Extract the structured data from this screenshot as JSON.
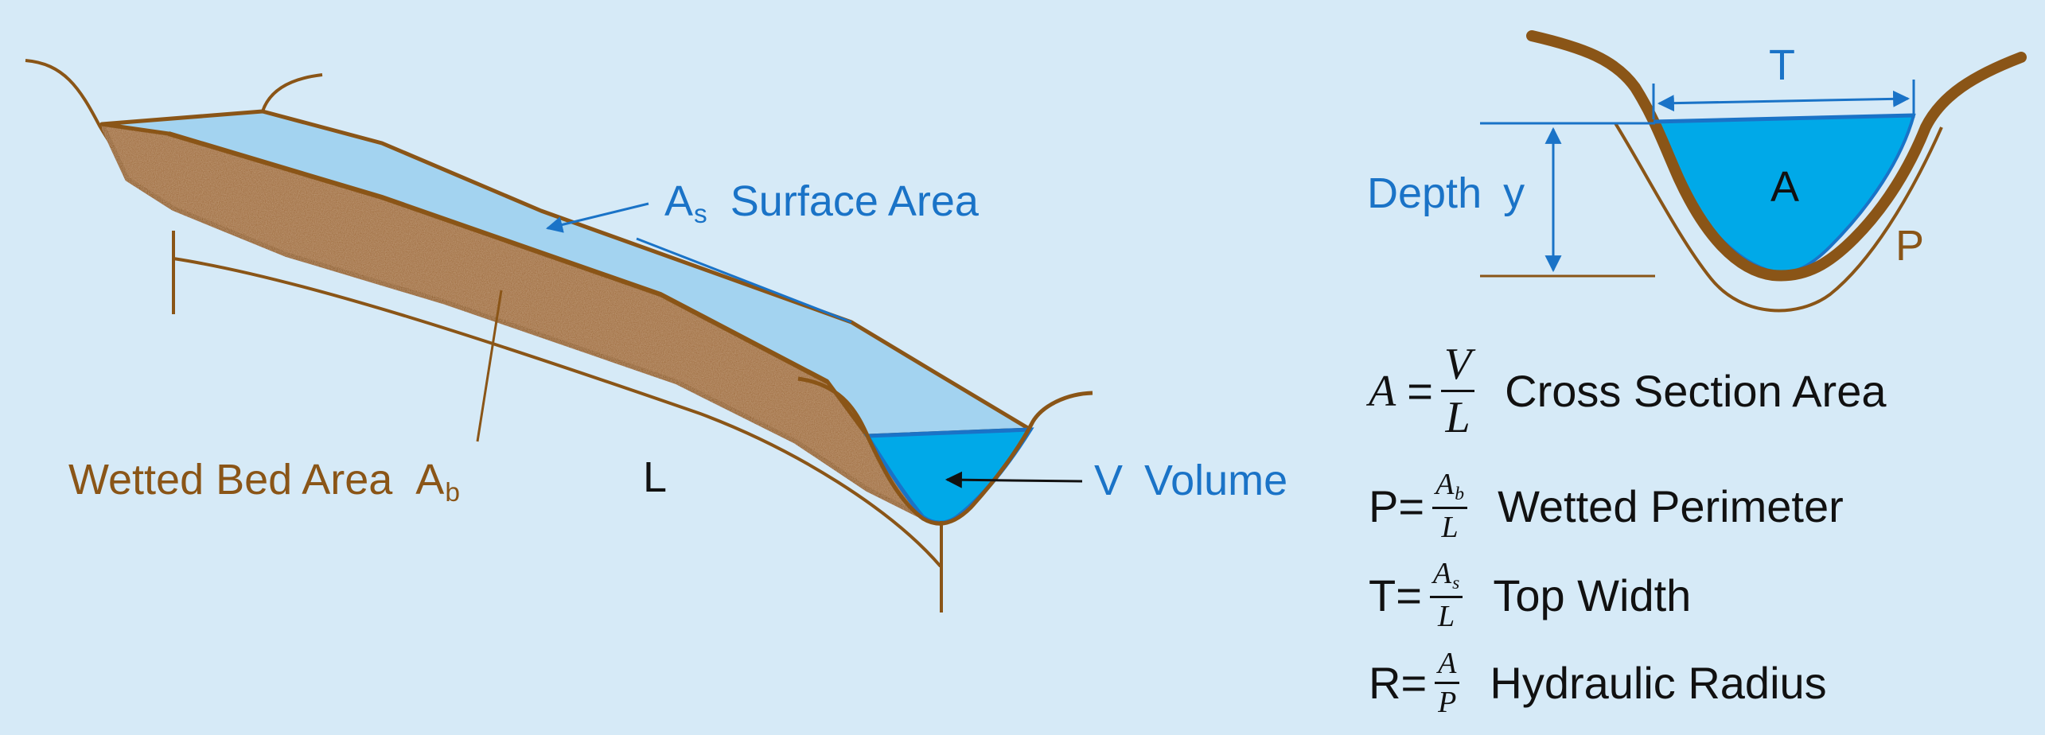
{
  "channel_labels": {
    "surface_area_symbol": "A",
    "surface_area_sub": "s",
    "surface_area_name": "Surface Area",
    "wetted_bed_name": "Wetted Bed Area",
    "wetted_bed_symbol": "A",
    "wetted_bed_sub": "b",
    "length": "L",
    "volume_symbol": "V",
    "volume_name": "Volume"
  },
  "cross_section_labels": {
    "top_width": "T",
    "depth_word": "Depth",
    "depth_symbol": "y",
    "area": "A",
    "perimeter": "P"
  },
  "equations": [
    {
      "lhs": "A",
      "eq": "=",
      "num": "V",
      "num_sub": "",
      "den": "L",
      "name": "Cross Section Area"
    },
    {
      "lhs": "P",
      "eq": "=",
      "num": "A",
      "num_sub": "b",
      "den": "L",
      "name": "Wetted Perimeter"
    },
    {
      "lhs": "T",
      "eq": "=",
      "num": "A",
      "num_sub": "s",
      "den": "L",
      "name": "Top Width"
    },
    {
      "lhs": "R",
      "eq": "=",
      "num": "A",
      "num_sub": "",
      "den": "P",
      "name": "Hydraulic Radius"
    }
  ],
  "colors": {
    "background": "#d6eaf7",
    "water_surface": "#a3d3f0",
    "water_volume": "#00a9e8",
    "soil_brown": "#8a5517",
    "label_blue": "#1a73c7"
  }
}
